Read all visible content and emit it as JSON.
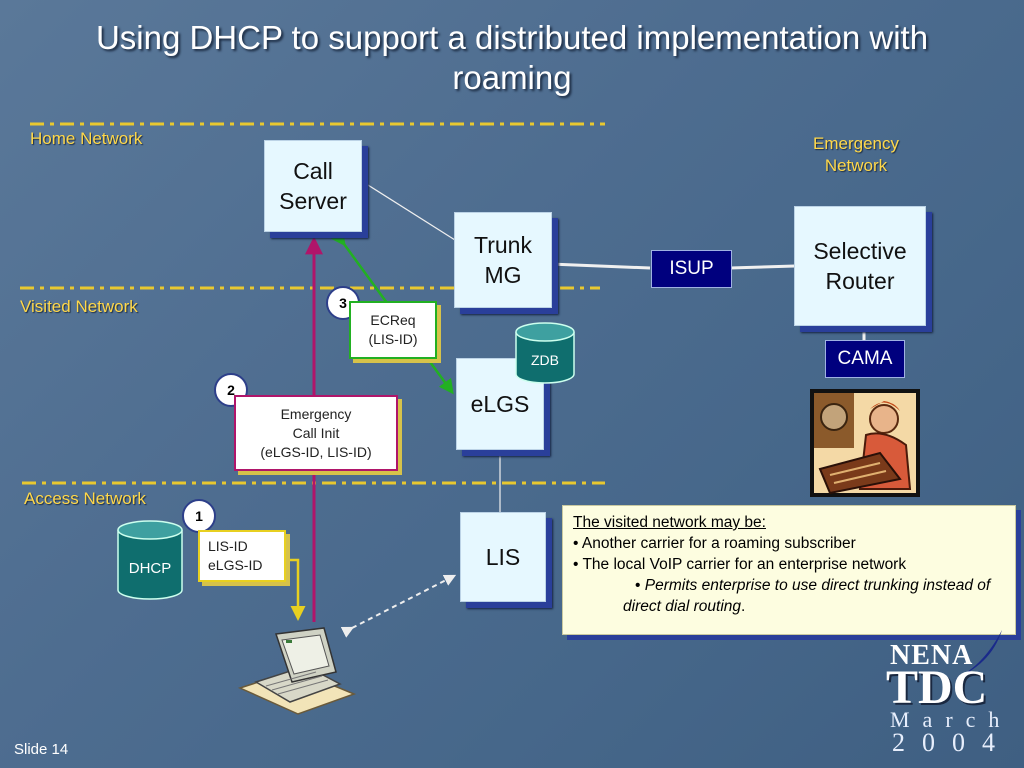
{
  "title": "Using DHCP to support a distributed implementation with roaming",
  "zones": {
    "home": "Home Network",
    "emergency": "Emergency Network",
    "visited": "Visited Network",
    "access": "Access Network"
  },
  "nodes": {
    "call_server": "Call Server",
    "trunk_mg": "Trunk MG",
    "selective_router": "Selective Router",
    "isup": "ISUP",
    "cama": "CAMA",
    "zdb": "ZDB",
    "elgs": "eLGS",
    "lis": "LIS",
    "dhcp": "DHCP"
  },
  "steps": {
    "s1": "1",
    "s2": "2",
    "s3": "3"
  },
  "messages": {
    "ecreq_l1": "ECReq",
    "ecreq_l2": "(LIS-ID)",
    "eci_l1": "Emergency",
    "eci_l2": "Call Init",
    "eci_l3": "(eLGS-ID, LIS-ID)",
    "lis_l1": "LIS-ID",
    "lis_l2": "eLGS-ID"
  },
  "note": {
    "heading": "The visited network may be:",
    "item1": "• Another carrier for a roaming subscriber",
    "item2": "• The local VoIP carrier for an enterprise network",
    "sub_bullet": "• ",
    "sub_text": "Permits enterprise to use direct trunking instead of direct dial routing",
    "sub_end": "."
  },
  "slide_label": "Slide 14",
  "logo": {
    "nena": "NENA",
    "tdc": "TDC",
    "month": "March",
    "year": "2004"
  },
  "colors": {
    "zone_text": "#ffd84a",
    "dashed_line": "#e8c830",
    "navy_box": "#00007e",
    "arrow_magenta": "#b0156a",
    "arrow_green": "#22b022",
    "arrow_yellow": "#e8d020",
    "cylinder": "#0f6e6e"
  }
}
